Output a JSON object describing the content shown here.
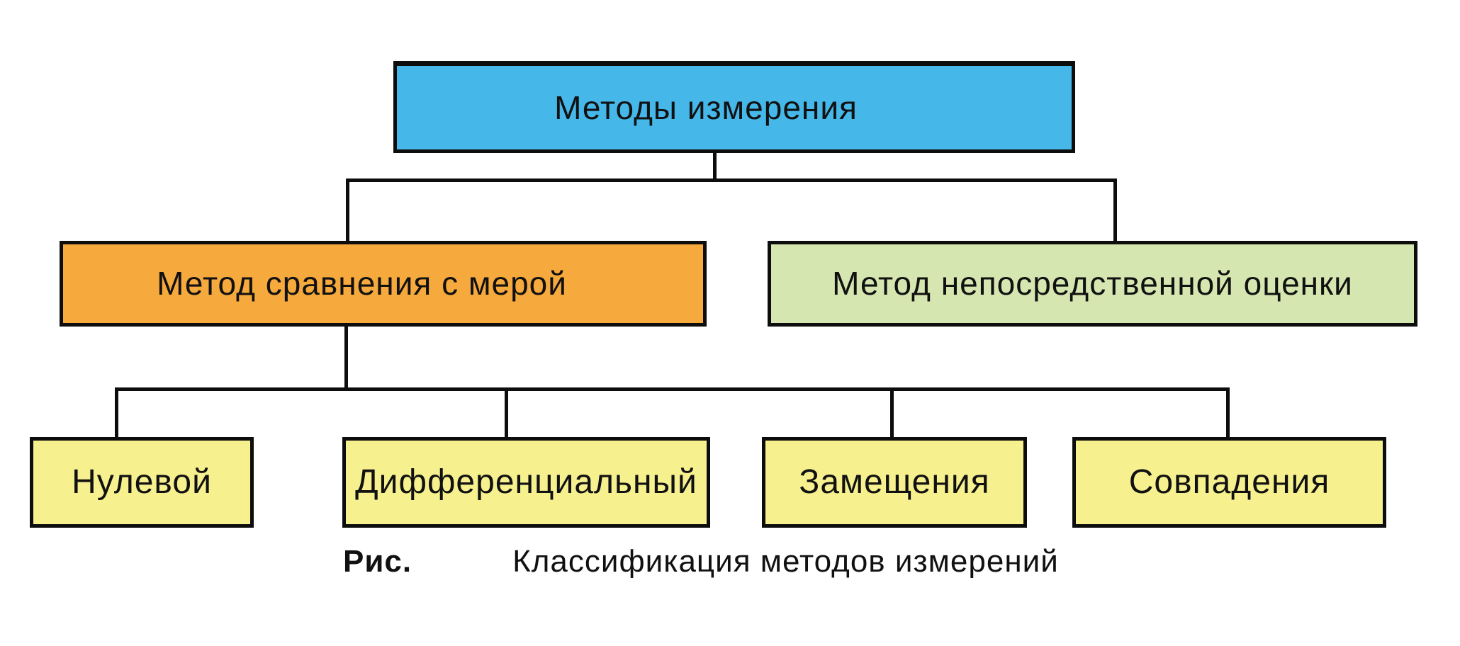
{
  "diagram": {
    "type": "tree",
    "root": {
      "label": "Методы измерения",
      "color": "#45b7e8"
    },
    "children": [
      {
        "label": "Метод сравнения с мерой",
        "color": "#f6a93c",
        "children": [
          {
            "label": "Нулевой",
            "color": "#f6f08f"
          },
          {
            "label": "Дифференциальный",
            "color": "#f6f08f"
          },
          {
            "label": "Замещения",
            "color": "#f6f08f"
          },
          {
            "label": "Совпадения",
            "color": "#f6f08f"
          }
        ]
      },
      {
        "label": "Метод непосредственной оценки",
        "color": "#d6e6b0",
        "children": []
      }
    ],
    "caption": {
      "label": "Рис.",
      "text": "Классификация методов измерений"
    },
    "colors": {
      "border_and_lines": "#0d0d0d",
      "text": "#111111",
      "background": "#ffffff"
    }
  }
}
